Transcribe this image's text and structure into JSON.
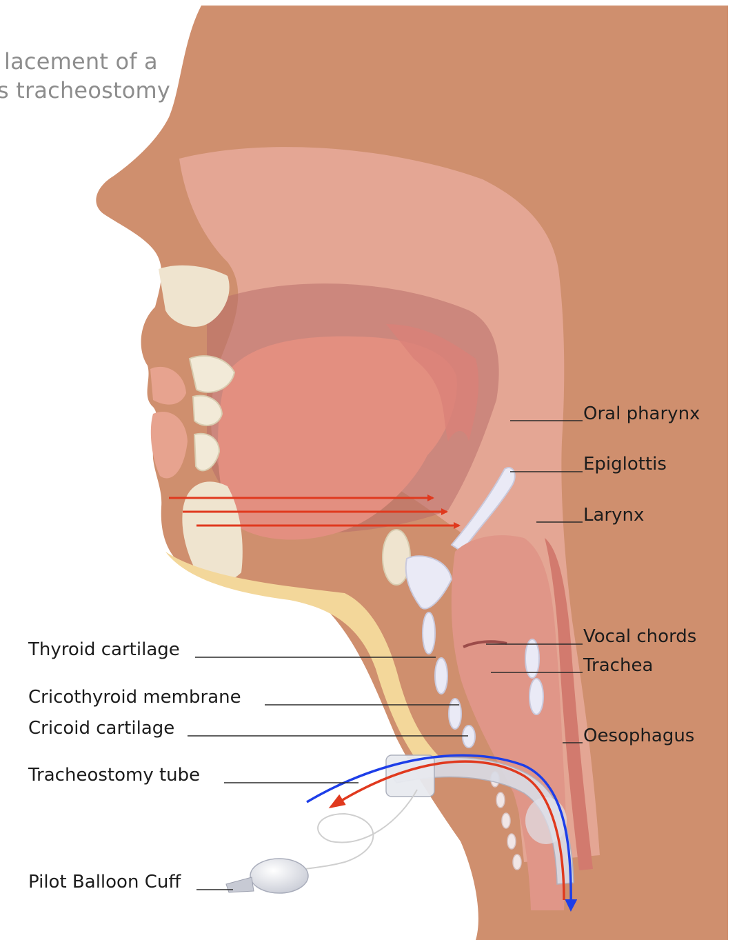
{
  "caption": {
    "line1": "lacement of a",
    "line2": "s tracheostomy"
  },
  "labels": {
    "oral_pharynx": "Oral pharynx",
    "epiglottis": "Epiglottis",
    "larynx": "Larynx",
    "vocal_chords": "Vocal chords",
    "trachea": "Trachea",
    "oesophagus": "Oesophagus",
    "thyroid_cartilage": "Thyroid cartilage",
    "cricothyroid_membrane": "Cricothyroid membrane",
    "cricoid_cartilage": "Cricoid cartilage",
    "tracheostomy_tube": "Tracheostomy tube",
    "pilot_balloon_cuff": "Pilot Balloon Cuff"
  },
  "colors": {
    "skin": "#cf8f6e",
    "mucosa": "#e6a898",
    "tongue": "#e38f80",
    "bone": "#efe4cf",
    "fat": "#f3d79a",
    "cartilage": "#eaeaf6",
    "airflow_in": "#e0391e",
    "airflow_out": "#1d3ee8",
    "leader": "#2a2a2a"
  },
  "icons": {
    "airflow_arrow": "arrow-right-icon",
    "tube_flow": "curved-arrow-icon"
  }
}
